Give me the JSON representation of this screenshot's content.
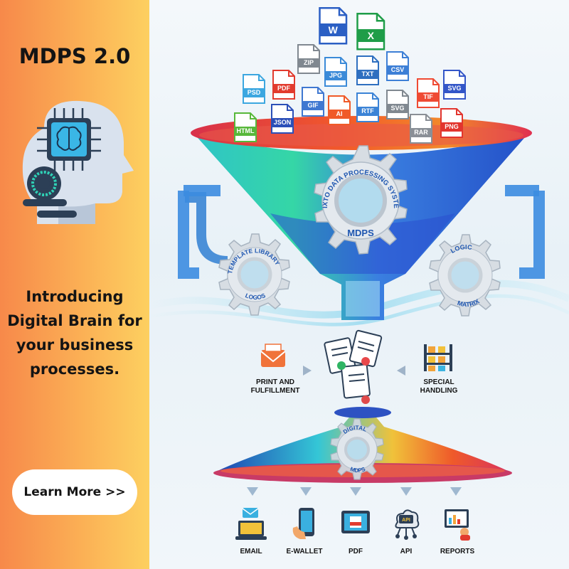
{
  "left": {
    "title": "MDPS 2.0",
    "intro_lines": [
      "Introducing",
      "Digital Brain for",
      "your business",
      "processes."
    ],
    "cta_label": "Learn More >>"
  },
  "file_types": [
    {
      "label": "W",
      "color": "#2b5fc4"
    },
    {
      "label": "X",
      "color": "#1f9d48"
    },
    {
      "label": "ZIP",
      "color": "#808890"
    },
    {
      "label": "JPG",
      "color": "#3a8ad8"
    },
    {
      "label": "TXT",
      "color": "#2e6fc0"
    },
    {
      "label": "CSV",
      "color": "#3d7fd6"
    },
    {
      "label": "PSD",
      "color": "#3ca7e0"
    },
    {
      "label": "PDF",
      "color": "#e23b2e"
    },
    {
      "label": "GIF",
      "color": "#3f78d1"
    },
    {
      "label": "TIF",
      "color": "#ef4a33"
    },
    {
      "label": "SVG",
      "color": "#3356c8"
    },
    {
      "label": "JSON",
      "color": "#2b4fb8"
    },
    {
      "label": "AI",
      "color": "#f05a28"
    },
    {
      "label": "RTF",
      "color": "#3b83d6"
    },
    {
      "label": "SVG",
      "color": "#808890"
    },
    {
      "label": "HTML",
      "color": "#58b83a"
    },
    {
      "label": "RAR",
      "color": "#8a8f96"
    },
    {
      "label": "PNG",
      "color": "#e2352e"
    }
  ],
  "gears": {
    "main_ring": "MIXTO DATA PROCESSING SYSTEM",
    "main_center": "MDPS",
    "left_top": "TEMPLATE LIBRARY",
    "left_bottom": "LOGOS",
    "right_top": "LOGIC",
    "right_bottom": "MATRIX",
    "digital_top": "DIGITAL",
    "digital_bottom": "MDPS"
  },
  "side_labels": {
    "print": [
      "PRINT AND",
      "FULFILLMENT"
    ],
    "special": [
      "SPECIAL",
      "HANDLING"
    ]
  },
  "outputs": [
    {
      "label": "EMAIL",
      "icon": "laptop-mail-icon"
    },
    {
      "label": "E-WALLET",
      "icon": "phone-wallet-icon"
    },
    {
      "label": "PDF",
      "icon": "tablet-pdf-icon"
    },
    {
      "label": "API",
      "icon": "cloud-api-icon"
    },
    {
      "label": "REPORTS",
      "icon": "reports-icon"
    }
  ],
  "colors": {
    "left_bg_start": "#f7894a",
    "left_bg_end": "#fdd060",
    "gear_text": "#1e56b0",
    "pipe": "#2f7fd2"
  }
}
